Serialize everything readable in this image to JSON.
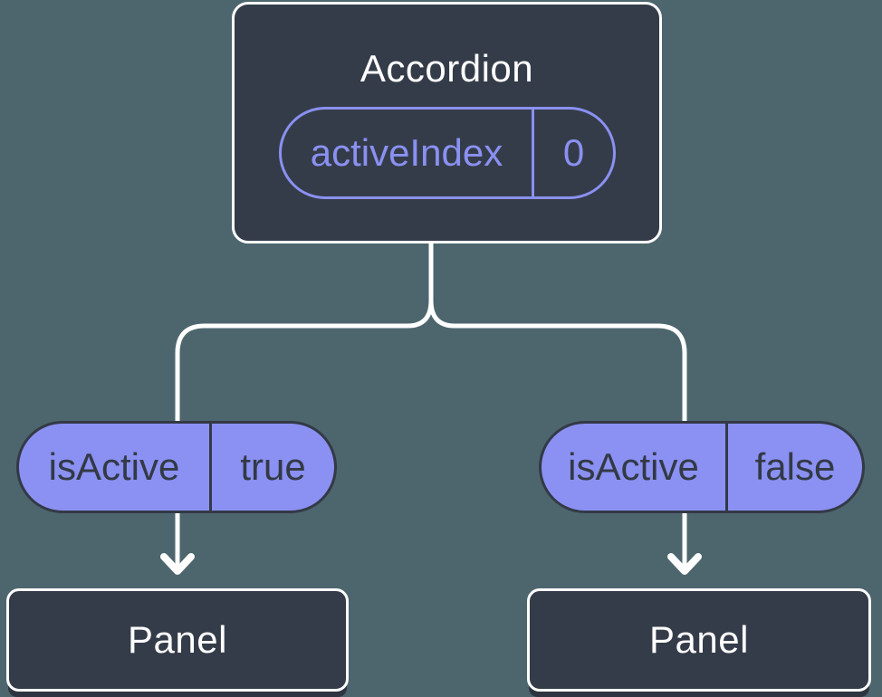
{
  "colors": {
    "background": "#4D666E",
    "node_fill": "#353C49",
    "node_border": "#FFFFFF",
    "accent_purple": "#8A91F2",
    "pill_fill": "#8A91F2",
    "pill_text": "#333945",
    "connector": "#FFFFFF",
    "under_strip": "#2E3540"
  },
  "diagram": {
    "root": {
      "title": "Accordion",
      "state": {
        "label": "activeIndex",
        "value": "0"
      }
    },
    "children": [
      {
        "prop": {
          "label": "isActive",
          "value": "true"
        },
        "title": "Panel"
      },
      {
        "prop": {
          "label": "isActive",
          "value": "false"
        },
        "title": "Panel"
      }
    ]
  }
}
